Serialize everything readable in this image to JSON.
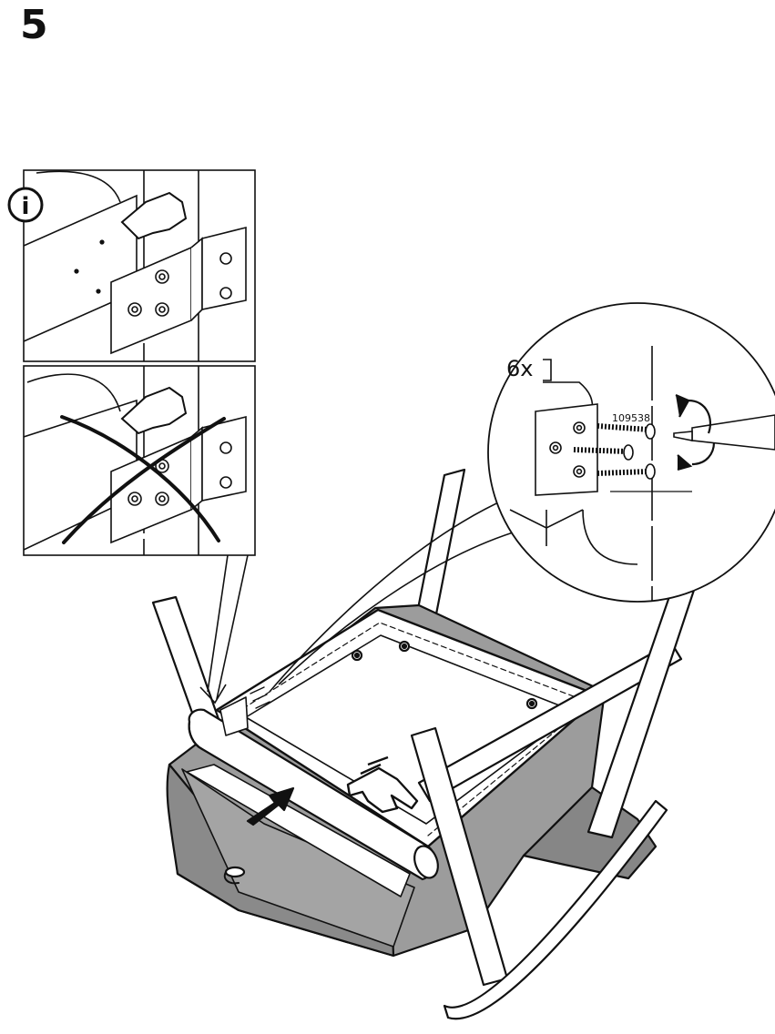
{
  "step": {
    "number": "5"
  },
  "callout": {
    "quantity": "6x",
    "part_number": "109538"
  },
  "info_panel": {
    "icon_glyph": "i"
  },
  "colors": {
    "line": "#111111",
    "cushion": "#9c9c9c",
    "cushion_shadow": "#7e7e7e",
    "frame_fill": "#ffffff",
    "background": "#ffffff"
  },
  "icons": [
    "info-icon",
    "press-hand-icon",
    "wrong-cross-icon",
    "screwdriver-icon",
    "rotate-arrow-icon",
    "push-arrow-icon",
    "screw-icon"
  ]
}
